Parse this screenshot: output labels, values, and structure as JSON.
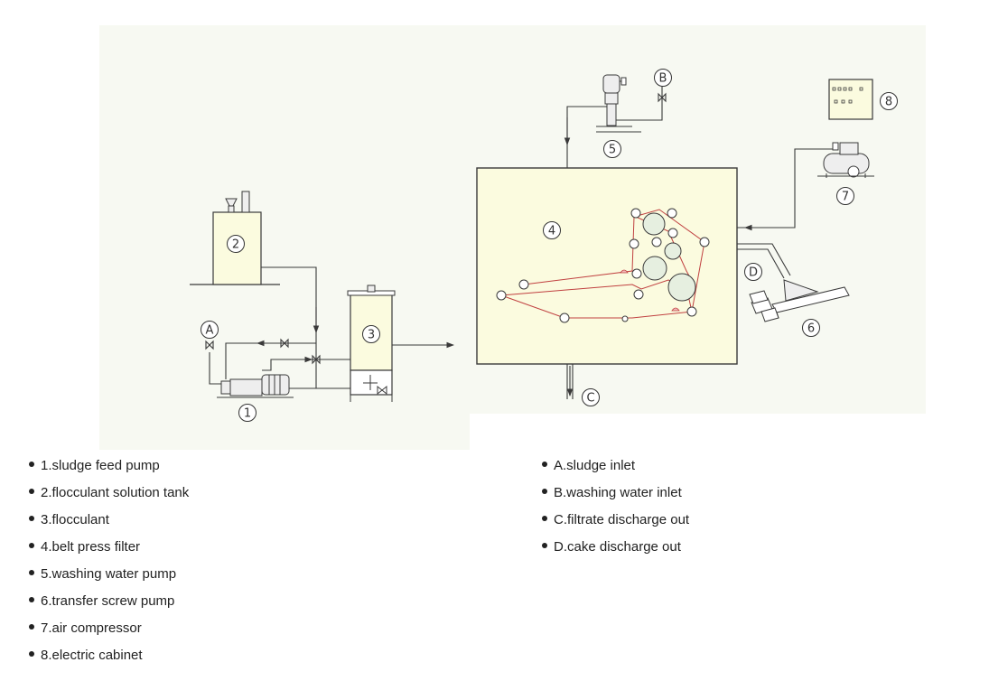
{
  "colors": {
    "panel": "#f7f9f2",
    "equipment": "#fbfbdf",
    "line": "#3a3a3a",
    "pipe": "#c04040",
    "roller": "#e6efe0"
  },
  "diagram": {
    "markers": [
      {
        "id": "n1",
        "text": "1"
      },
      {
        "id": "n2",
        "text": "2"
      },
      {
        "id": "n3",
        "text": "3"
      },
      {
        "id": "n4",
        "text": "4"
      },
      {
        "id": "n5",
        "text": "5"
      },
      {
        "id": "n6",
        "text": "6"
      },
      {
        "id": "n7",
        "text": "7"
      },
      {
        "id": "n8",
        "text": "8"
      },
      {
        "id": "A",
        "text": "A"
      },
      {
        "id": "B",
        "text": "B"
      },
      {
        "id": "C",
        "text": "C"
      },
      {
        "id": "D",
        "text": "D"
      }
    ]
  },
  "legend": {
    "left": [
      "1.sludge feed pump",
      "2.flocculant solution tank",
      "3.flocculant",
      "4.belt press filter",
      "5.washing water pump",
      "6.transfer screw pump",
      "7.air compressor",
      "8.electric cabinet"
    ],
    "right": [
      "A.sludge inlet",
      "B.washing water inlet",
      "C.filtrate discharge out",
      "D.cake discharge out"
    ]
  }
}
